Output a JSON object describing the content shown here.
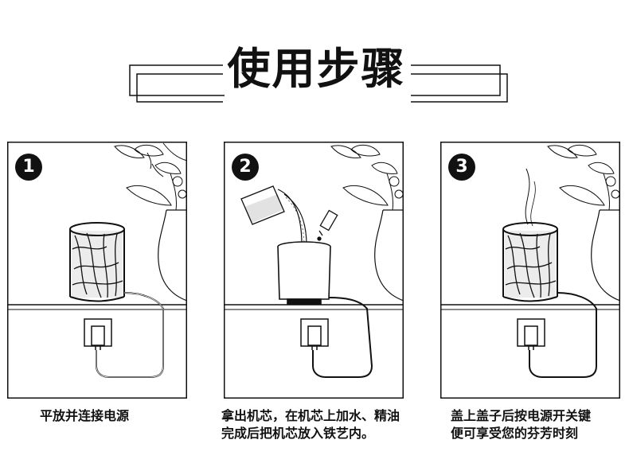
{
  "title": "使用步骤",
  "steps": [
    {
      "number": "1",
      "caption_lines": [
        "平放并连接电源"
      ]
    },
    {
      "number": "2",
      "caption_lines": [
        "拿出机芯，在机芯上加水、精油",
        "完成后把机芯放入铁艺内。"
      ]
    },
    {
      "number": "3",
      "caption_lines": [
        "盖上盖子后按电源开关键",
        "便可享受您的芬芳时刻"
      ]
    }
  ]
}
